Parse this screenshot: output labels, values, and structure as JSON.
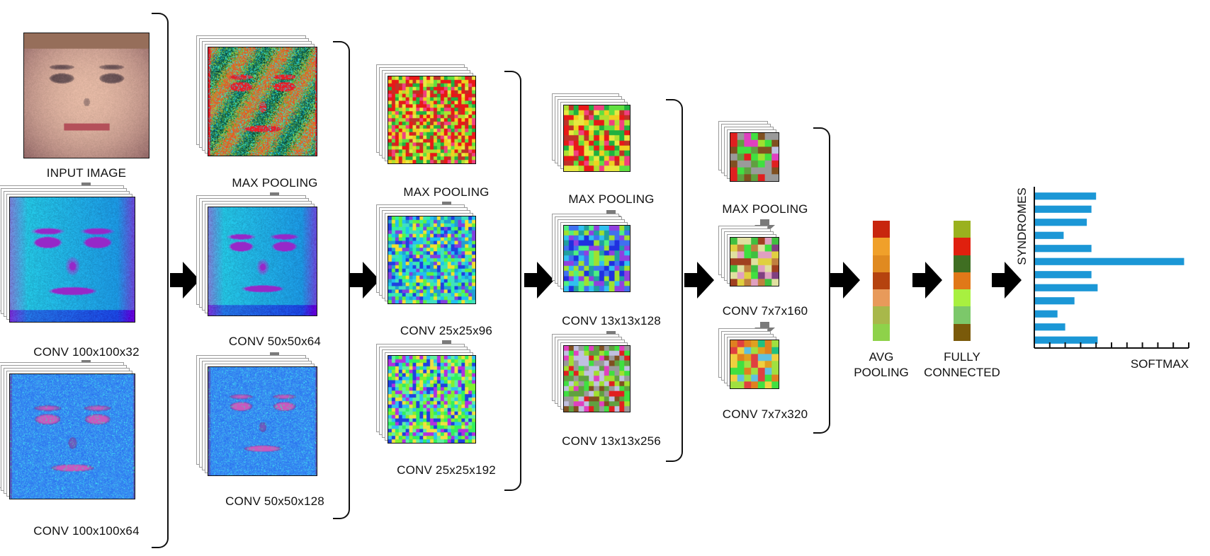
{
  "columns": [
    {
      "labels": [
        "INPUT IMAGE",
        "CONV 100x100x32",
        "CONV 100x100x64"
      ]
    },
    {
      "labels": [
        "MAX POOLING",
        "CONV 50x50x64",
        "CONV 50x50x128"
      ]
    },
    {
      "labels": [
        "MAX POOLING",
        "CONV 25x25x96",
        "CONV 25x25x192"
      ]
    },
    {
      "labels": [
        "MAX POOLING",
        "CONV 13x13x128",
        "CONV 13x13x256"
      ]
    },
    {
      "labels": [
        "MAX POOLING",
        "CONV 7x7x160",
        "CONV 7x7x320"
      ]
    }
  ],
  "avg_pooling": {
    "line1": "AVG",
    "line2": "POOLING",
    "colors": [
      "#c8260e",
      "#f0a02a",
      "#e08a20",
      "#b5430f",
      "#e89a5a",
      "#a8b84a",
      "#8ed24a"
    ]
  },
  "fully_connected": {
    "line1": "FULLY",
    "line2": "CONNECTED",
    "colors": [
      "#9ab11e",
      "#e0200e",
      "#3f6e22",
      "#e07818",
      "#a8f040",
      "#7cc86a",
      "#7a5a0a"
    ]
  },
  "softmax": {
    "ylabel": "SYNDROMES",
    "xlabel": "SOFTMAX",
    "bar_color": "#1b97d6",
    "values": [
      0.4,
      0.37,
      0.34,
      0.19,
      0.37,
      0.97,
      0.37,
      0.41,
      0.26,
      0.15,
      0.2,
      0.41
    ],
    "xlim": [
      0,
      1
    ],
    "tick_count": 11
  }
}
